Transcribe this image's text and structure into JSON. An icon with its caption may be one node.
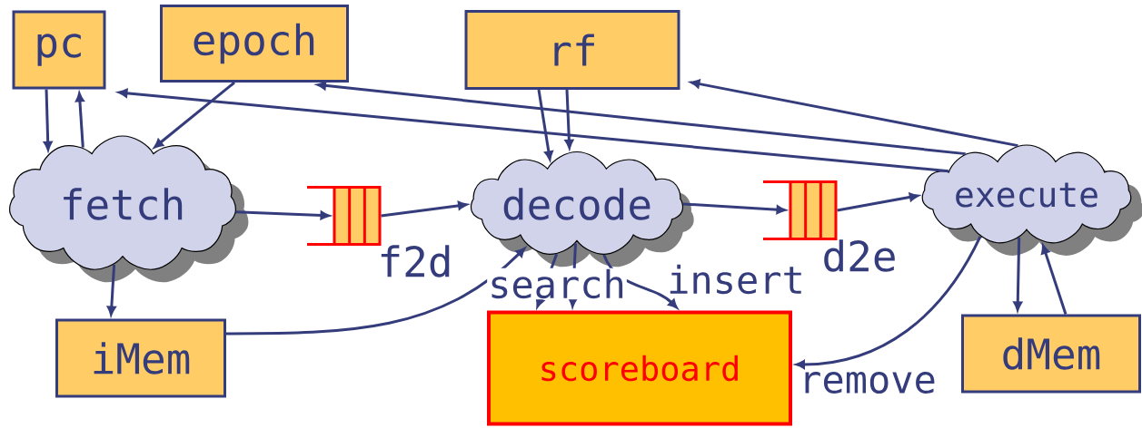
{
  "diagram": {
    "nodes": [
      {
        "text": [
          "pc"
        ]
      },
      {
        "text": [
          "epoch"
        ]
      },
      {
        "text": [
          "rf"
        ]
      },
      {
        "text": [
          "fetch"
        ]
      },
      {
        "text": [],
        "shape": "queue",
        "beside": [
          "f2d"
        ]
      },
      {
        "text": [
          "decode"
        ]
      },
      {
        "text": [],
        "shape": "queue",
        "beside": [
          "d2e"
        ]
      },
      {
        "text": [
          "execute"
        ]
      },
      {
        "text": [
          "iMem"
        ]
      },
      {
        "text": [
          "scoreboard"
        ]
      },
      {
        "text": [
          "dMem"
        ]
      }
    ],
    "edges": [
      {
        "from": 0,
        "to": 3,
        "arrow": "to"
      },
      {
        "from": 3,
        "to": 0,
        "arrow": "to"
      },
      {
        "from": 1,
        "to": 3,
        "arrow": "to"
      },
      {
        "from": 2,
        "to": 5,
        "arrow": "to"
      },
      {
        "from": 2,
        "to": 5,
        "arrow": "to"
      },
      {
        "from": 7,
        "to": 0,
        "arrow": "to"
      },
      {
        "from": 7,
        "to": 1,
        "arrow": "to"
      },
      {
        "from": 7,
        "to": 2,
        "arrow": "to"
      },
      {
        "from": 3,
        "to": 4,
        "arrow": "to"
      },
      {
        "from": 4,
        "to": 5,
        "arrow": "to"
      },
      {
        "from": 5,
        "to": 6,
        "arrow": "to"
      },
      {
        "from": 6,
        "to": 7,
        "arrow": "to"
      },
      {
        "from": 3,
        "to": 8,
        "arrow": "to"
      },
      {
        "from": 8,
        "to": 5,
        "arrow": "to"
      },
      {
        "from": 5,
        "to": 9,
        "arrow": "to",
        "label": "search"
      },
      {
        "from": 5,
        "to": 9,
        "arrow": "to"
      },
      {
        "from": 5,
        "to": 9,
        "arrow": "to",
        "label": "insert"
      },
      {
        "from": 7,
        "to": 9,
        "arrow": "to",
        "label": "remove"
      },
      {
        "from": 7,
        "to": 10,
        "arrow": "to"
      },
      {
        "from": 10,
        "to": 7,
        "arrow": "to"
      }
    ]
  }
}
